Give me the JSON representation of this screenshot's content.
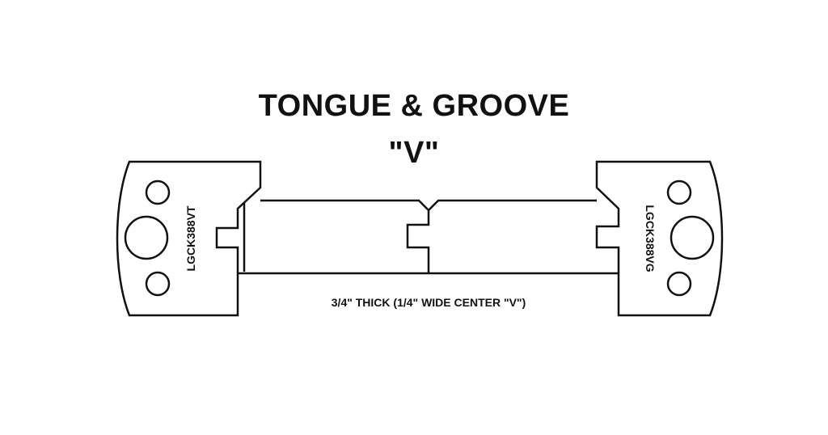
{
  "title": {
    "line1": "TONGUE & GROOVE",
    "line2": "\"V\""
  },
  "knives": {
    "left_label": "LGCK388VT",
    "right_label": "LGCK388VG"
  },
  "caption": "3/4\" THICK (1/4\" WIDE CENTER \"V\")",
  "colors": {
    "line": "#111111",
    "background": "#ffffff"
  }
}
